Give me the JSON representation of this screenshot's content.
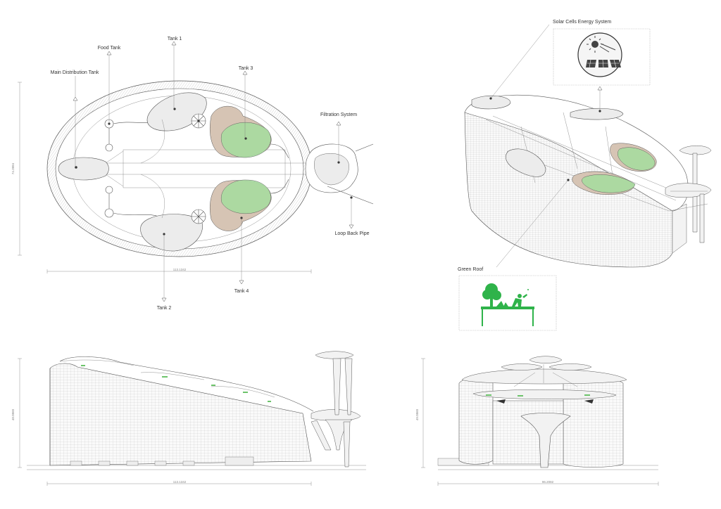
{
  "plan": {
    "labels": {
      "food_tank": "Food Tank",
      "tank1": "Tank 1",
      "main_distribution_tank": "Main Distribution Tank",
      "tank3": "Tank 3",
      "filtration_system": "Filtration System",
      "loop_back_pipe": "Loop Back Pipe",
      "tank4": "Tank 4",
      "tank2": "Tank 2"
    },
    "dim_vertical": "74.3884",
    "dim_horizontal": "113.1342"
  },
  "axonometric": {
    "labels": {
      "solar_cells": "Solar Cells Energy System",
      "green_roof": "Green Roof"
    }
  },
  "side_elevation": {
    "dim_vertical": "48.0860",
    "dim_horizontal": "113.1342"
  },
  "front_elevation": {
    "dim_vertical": "49.0860",
    "dim_horizontal": "96.2082"
  },
  "colors": {
    "green": "#a8dca0",
    "tan": "#d6c4b4",
    "grey_fill": "#ececec",
    "icon_green": "#2fb34a"
  }
}
